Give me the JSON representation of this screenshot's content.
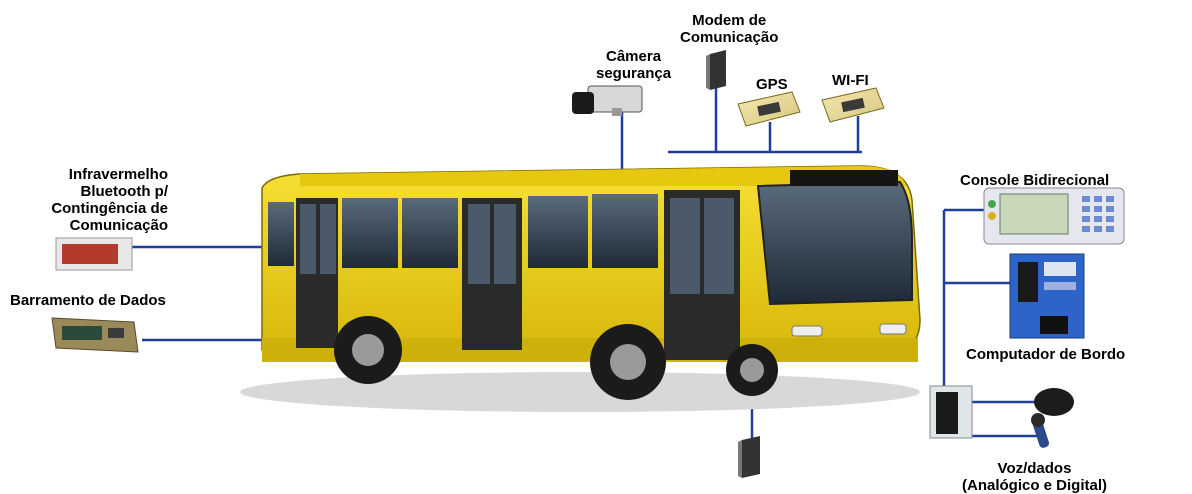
{
  "labels": {
    "modem": [
      "Modem de",
      "Comunicação"
    ],
    "camera": [
      "Câmera",
      "segurança"
    ],
    "gps": "GPS",
    "wifi": "WI-FI",
    "infrared": [
      "Infravermelho",
      "Bluetooth p/",
      "Contingência de",
      "Comunicação"
    ],
    "databus": "Barramento de Dados",
    "console": "Console Bidirecional",
    "computer": "Computador de Bordo",
    "voice": [
      "Voz/dados",
      "(Analógico e Digital)"
    ]
  },
  "colors": {
    "connector_line": "#1f3f9a",
    "bus_body": "#f2d316",
    "bus_dark": "#2a2a2a",
    "window": "#3a4a5a"
  }
}
